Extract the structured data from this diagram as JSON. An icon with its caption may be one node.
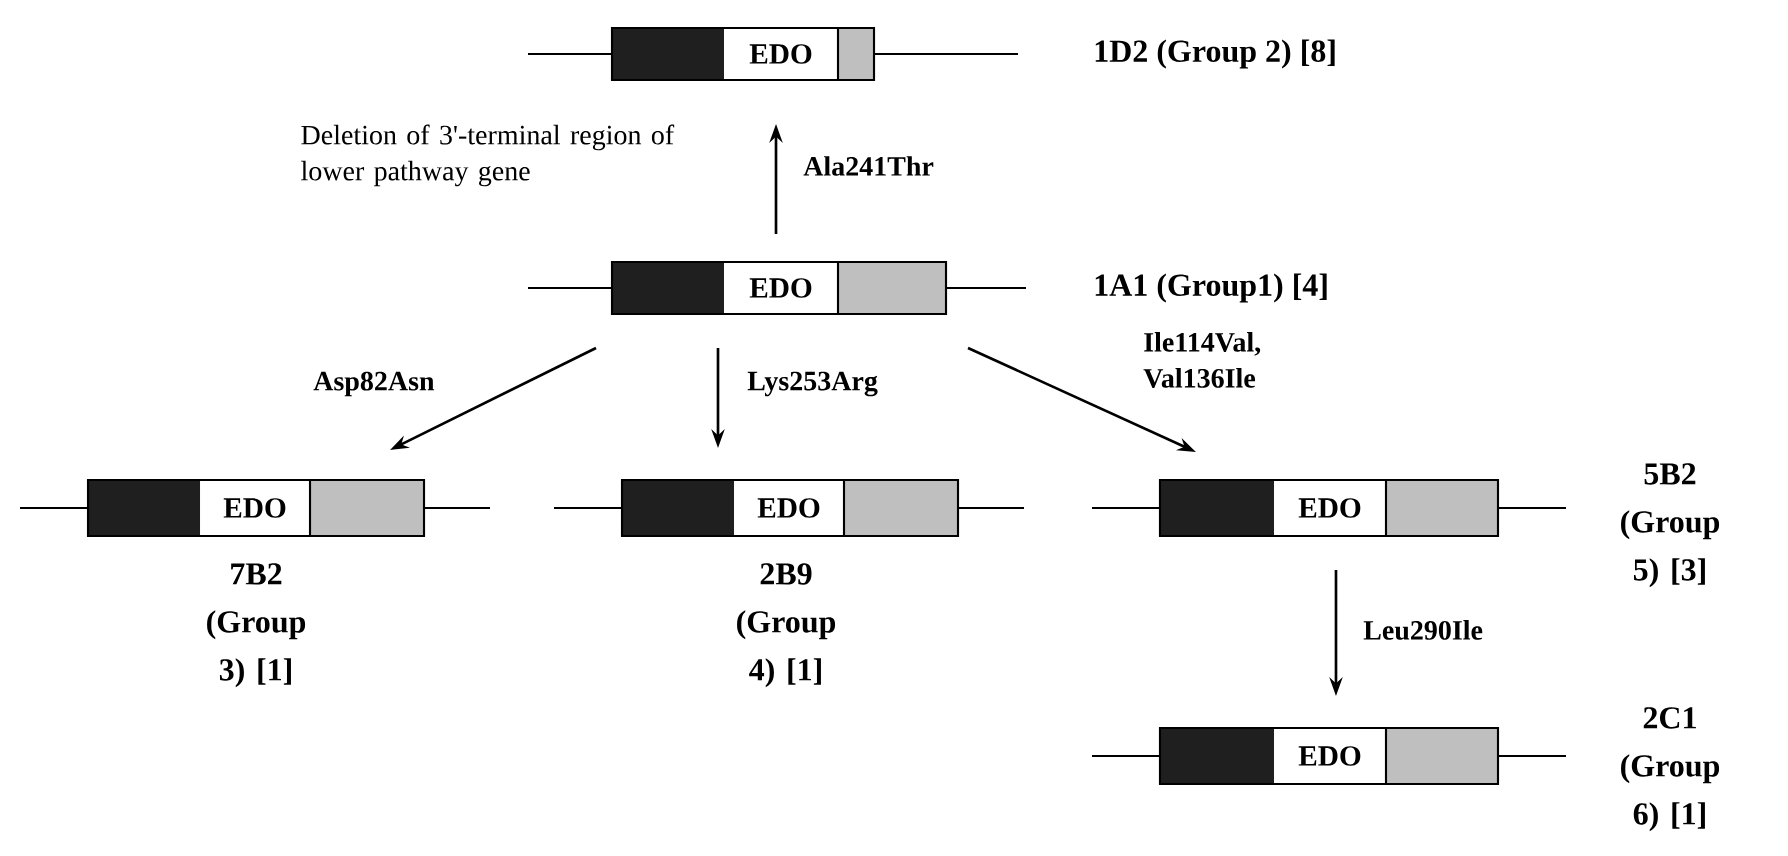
{
  "diagram": {
    "nodes": [
      {
        "text": [
          "EDO"
        ],
        "beside": [
          "1D2 (Group 2) [8]"
        ]
      },
      {
        "text": [
          "EDO"
        ],
        "beside": [
          "1A1 (Group1) [4]"
        ]
      },
      {
        "text": [
          "EDO"
        ],
        "beside": [
          "7B2 (Group 3) [1]"
        ]
      },
      {
        "text": [
          "EDO"
        ],
        "beside": [
          "2B9 (Group 4) [1]"
        ]
      },
      {
        "text": [
          "EDO"
        ],
        "beside": [
          "5B2 (Group 5) [3]"
        ]
      },
      {
        "text": [
          "EDO"
        ],
        "beside": [
          "2C1 (Group 6) [1]"
        ]
      }
    ],
    "edges": [
      {
        "from": 1,
        "to": 0,
        "arrow": "to",
        "label": "Ala241Thr"
      },
      {
        "from": 1,
        "to": 2,
        "arrow": "to",
        "label": "Asp82Asn"
      },
      {
        "from": 1,
        "to": 3,
        "arrow": "to",
        "label": "Lys253Arg"
      },
      {
        "from": 1,
        "to": 4,
        "arrow": "to",
        "label": "Ile114Val, Val136Ile"
      },
      {
        "from": 4,
        "to": 5,
        "arrow": "to",
        "label": "Leu290Ile"
      }
    ],
    "labels": [
      "Deletion of 3'-terminal region of lower pathway gene"
    ]
  }
}
